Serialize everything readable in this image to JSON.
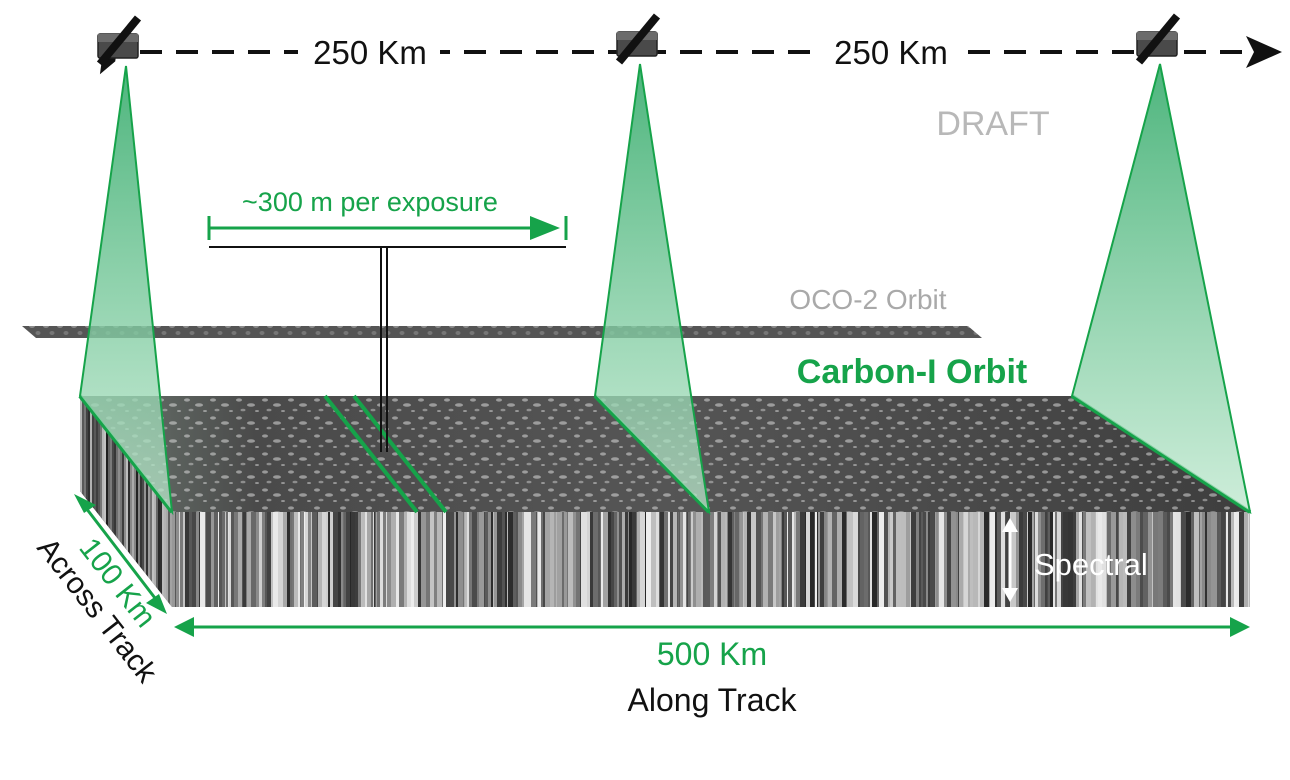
{
  "labels": {
    "spacing_1": "250 Km",
    "spacing_2": "250 Km",
    "draft": "DRAFT",
    "exposure": "~300 m per exposure",
    "oco2_orbit": "OCO-2 Orbit",
    "carbon_orbit": "Carbon-I Orbit",
    "spectral": "Spectral",
    "along_km": "500 Km",
    "along_track": "Along Track",
    "across_km": "100 Km",
    "across_track": "Across Track"
  },
  "icons": {
    "satellite": "satellite-icon",
    "arrowhead": "arrowhead-icon"
  },
  "colors": {
    "accent_green": "#16a34a",
    "beam_green": "#3fb97a",
    "dashed_line": "#111111",
    "muted_gray": "#b0b0b0",
    "terrain_dark": "#444444"
  }
}
